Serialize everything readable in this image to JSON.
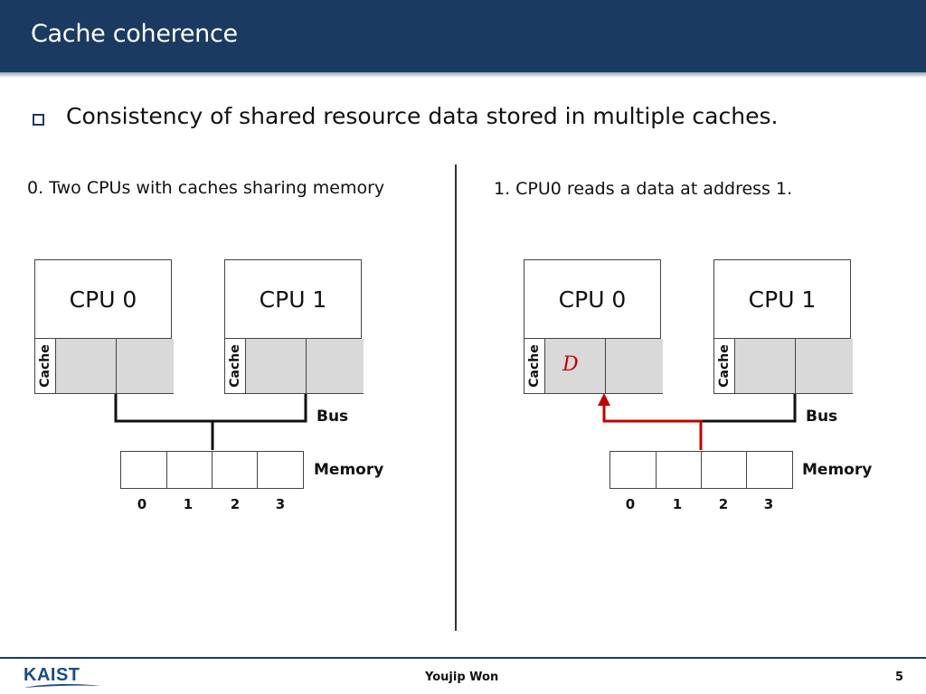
{
  "header": {
    "title": "Cache coherence"
  },
  "bullet": {
    "text": "Consistency of shared resource data stored in multiple caches."
  },
  "left_panel": {
    "subtitle": "0. Two CPUs with caches sharing memory",
    "cpus": [
      {
        "label": "CPU 0",
        "cache_label": "Cache",
        "cache_value": ""
      },
      {
        "label": "CPU 1",
        "cache_label": "Cache",
        "cache_value": ""
      }
    ],
    "bus_label": "Bus",
    "memory_label": "Memory",
    "addresses": [
      "0",
      "1",
      "2",
      "3"
    ]
  },
  "right_panel": {
    "subtitle": "1. CPU0 reads a data at address 1.",
    "cpus": [
      {
        "label": "CPU 0",
        "cache_label": "Cache",
        "cache_value": "D"
      },
      {
        "label": "CPU 1",
        "cache_label": "Cache",
        "cache_value": ""
      }
    ],
    "bus_label": "Bus",
    "memory_label": "Memory",
    "addresses": [
      "0",
      "1",
      "2",
      "3"
    ]
  },
  "colors": {
    "header": "#1b3a62",
    "read_path": "#c00000",
    "cache_fill": "#d9d9d9"
  },
  "footer": {
    "logo_text": "KAIST",
    "author": "Youjip Won",
    "page_number": "5"
  }
}
